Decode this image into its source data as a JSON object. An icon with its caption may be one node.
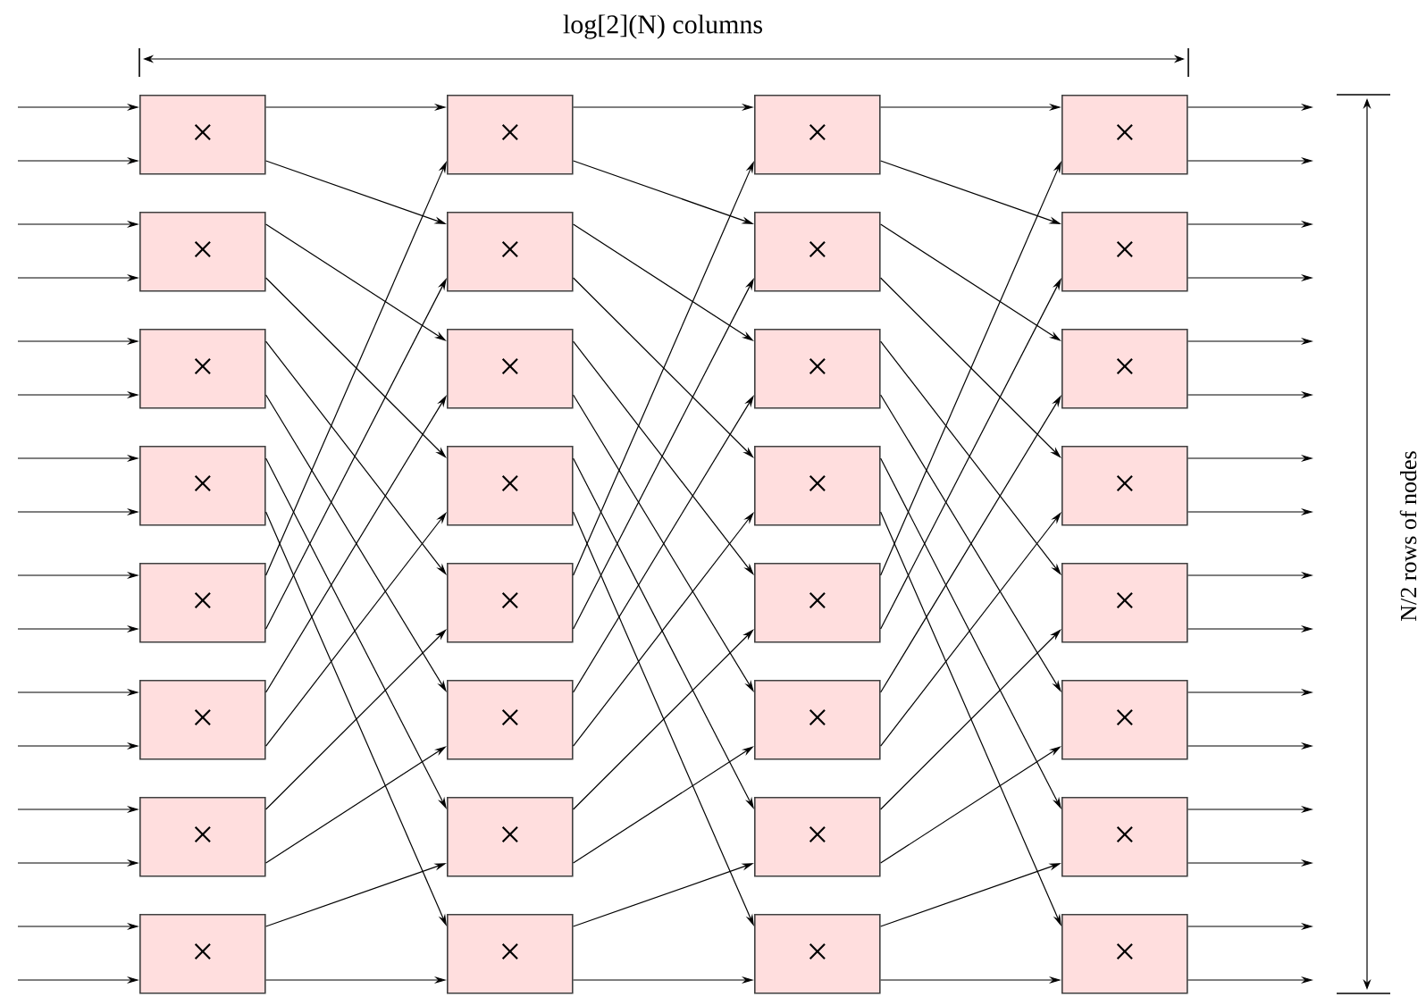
{
  "diagram": {
    "nodes": [
      {
        "text": [
          "×"
        ]
      },
      {
        "text": [
          "×"
        ]
      },
      {
        "text": [
          "×"
        ]
      },
      {
        "text": [
          "×"
        ]
      },
      {
        "text": [
          "×"
        ]
      },
      {
        "text": [
          "×"
        ]
      },
      {
        "text": [
          "×"
        ]
      },
      {
        "text": [
          "×"
        ]
      },
      {
        "text": [
          "×"
        ]
      },
      {
        "text": [
          "×"
        ]
      },
      {
        "text": [
          "×"
        ]
      },
      {
        "text": [
          "×"
        ]
      },
      {
        "text": [
          "×"
        ]
      },
      {
        "text": [
          "×"
        ]
      },
      {
        "text": [
          "×"
        ]
      },
      {
        "text": [
          "×"
        ]
      },
      {
        "text": [
          "×"
        ]
      },
      {
        "text": [
          "×"
        ]
      },
      {
        "text": [
          "×"
        ]
      },
      {
        "text": [
          "×"
        ]
      },
      {
        "text": [
          "×"
        ]
      },
      {
        "text": [
          "×"
        ]
      },
      {
        "text": [
          "×"
        ]
      },
      {
        "text": [
          "×"
        ]
      },
      {
        "text": [
          "×"
        ]
      },
      {
        "text": [
          "×"
        ]
      },
      {
        "text": [
          "×"
        ]
      },
      {
        "text": [
          "×"
        ]
      },
      {
        "text": [
          "×"
        ]
      },
      {
        "text": [
          "×"
        ]
      },
      {
        "text": [
          "×"
        ]
      },
      {
        "text": [
          "×"
        ]
      }
    ],
    "edges": [
      {
        "from": null,
        "to": 0,
        "arrow": "to"
      },
      {
        "from": null,
        "to": 0,
        "arrow": "to"
      },
      {
        "from": null,
        "to": 4,
        "arrow": "to"
      },
      {
        "from": null,
        "to": 4,
        "arrow": "to"
      },
      {
        "from": null,
        "to": 8,
        "arrow": "to"
      },
      {
        "from": null,
        "to": 8,
        "arrow": "to"
      },
      {
        "from": null,
        "to": 12,
        "arrow": "to"
      },
      {
        "from": null,
        "to": 12,
        "arrow": "to"
      },
      {
        "from": null,
        "to": 16,
        "arrow": "to"
      },
      {
        "from": null,
        "to": 16,
        "arrow": "to"
      },
      {
        "from": null,
        "to": 20,
        "arrow": "to"
      },
      {
        "from": null,
        "to": 20,
        "arrow": "to"
      },
      {
        "from": null,
        "to": 24,
        "arrow": "to"
      },
      {
        "from": null,
        "to": 24,
        "arrow": "to"
      },
      {
        "from": null,
        "to": 28,
        "arrow": "to"
      },
      {
        "from": null,
        "to": 28,
        "arrow": "to"
      },
      {
        "from": 0,
        "to": 1,
        "arrow": "to"
      },
      {
        "from": 0,
        "to": 5,
        "arrow": "to"
      },
      {
        "from": 4,
        "to": 9,
        "arrow": "to"
      },
      {
        "from": 4,
        "to": 13,
        "arrow": "to"
      },
      {
        "from": 8,
        "to": 17,
        "arrow": "to"
      },
      {
        "from": 8,
        "to": 21,
        "arrow": "to"
      },
      {
        "from": 12,
        "to": 25,
        "arrow": "to"
      },
      {
        "from": 12,
        "to": 29,
        "arrow": "to"
      },
      {
        "from": 16,
        "to": 1,
        "arrow": "to"
      },
      {
        "from": 16,
        "to": 5,
        "arrow": "to"
      },
      {
        "from": 20,
        "to": 9,
        "arrow": "to"
      },
      {
        "from": 20,
        "to": 13,
        "arrow": "to"
      },
      {
        "from": 24,
        "to": 17,
        "arrow": "to"
      },
      {
        "from": 24,
        "to": 21,
        "arrow": "to"
      },
      {
        "from": 28,
        "to": 25,
        "arrow": "to"
      },
      {
        "from": 28,
        "to": 29,
        "arrow": "to"
      },
      {
        "from": 1,
        "to": 2,
        "arrow": "to"
      },
      {
        "from": 1,
        "to": 6,
        "arrow": "to"
      },
      {
        "from": 5,
        "to": 10,
        "arrow": "to"
      },
      {
        "from": 5,
        "to": 14,
        "arrow": "to"
      },
      {
        "from": 9,
        "to": 18,
        "arrow": "to"
      },
      {
        "from": 9,
        "to": 22,
        "arrow": "to"
      },
      {
        "from": 13,
        "to": 26,
        "arrow": "to"
      },
      {
        "from": 13,
        "to": 30,
        "arrow": "to"
      },
      {
        "from": 17,
        "to": 2,
        "arrow": "to"
      },
      {
        "from": 17,
        "to": 6,
        "arrow": "to"
      },
      {
        "from": 21,
        "to": 10,
        "arrow": "to"
      },
      {
        "from": 21,
        "to": 14,
        "arrow": "to"
      },
      {
        "from": 25,
        "to": 18,
        "arrow": "to"
      },
      {
        "from": 25,
        "to": 22,
        "arrow": "to"
      },
      {
        "from": 29,
        "to": 26,
        "arrow": "to"
      },
      {
        "from": 29,
        "to": 30,
        "arrow": "to"
      },
      {
        "from": 2,
        "to": 3,
        "arrow": "to"
      },
      {
        "from": 2,
        "to": 7,
        "arrow": "to"
      },
      {
        "from": 6,
        "to": 11,
        "arrow": "to"
      },
      {
        "from": 6,
        "to": 15,
        "arrow": "to"
      },
      {
        "from": 10,
        "to": 19,
        "arrow": "to"
      },
      {
        "from": 10,
        "to": 23,
        "arrow": "to"
      },
      {
        "from": 14,
        "to": 27,
        "arrow": "to"
      },
      {
        "from": 14,
        "to": 31,
        "arrow": "to"
      },
      {
        "from": 18,
        "to": 3,
        "arrow": "to"
      },
      {
        "from": 18,
        "to": 7,
        "arrow": "to"
      },
      {
        "from": 22,
        "to": 11,
        "arrow": "to"
      },
      {
        "from": 22,
        "to": 15,
        "arrow": "to"
      },
      {
        "from": 26,
        "to": 19,
        "arrow": "to"
      },
      {
        "from": 26,
        "to": 23,
        "arrow": "to"
      },
      {
        "from": 30,
        "to": 27,
        "arrow": "to"
      },
      {
        "from": 30,
        "to": 31,
        "arrow": "to"
      },
      {
        "from": 3,
        "to": null,
        "arrow": "to"
      },
      {
        "from": 3,
        "to": null,
        "arrow": "to"
      },
      {
        "from": 7,
        "to": null,
        "arrow": "to"
      },
      {
        "from": 7,
        "to": null,
        "arrow": "to"
      },
      {
        "from": 11,
        "to": null,
        "arrow": "to"
      },
      {
        "from": 11,
        "to": null,
        "arrow": "to"
      },
      {
        "from": 15,
        "to": null,
        "arrow": "to"
      },
      {
        "from": 15,
        "to": null,
        "arrow": "to"
      },
      {
        "from": 19,
        "to": null,
        "arrow": "to"
      },
      {
        "from": 19,
        "to": null,
        "arrow": "to"
      },
      {
        "from": 23,
        "to": null,
        "arrow": "to"
      },
      {
        "from": 23,
        "to": null,
        "arrow": "to"
      },
      {
        "from": 27,
        "to": null,
        "arrow": "to"
      },
      {
        "from": 27,
        "to": null,
        "arrow": "to"
      },
      {
        "from": 31,
        "to": null,
        "arrow": "to"
      },
      {
        "from": 31,
        "to": null,
        "arrow": "to"
      }
    ],
    "labels": [
      "log[2](N) columns",
      "N/2 rows of nodes"
    ]
  }
}
